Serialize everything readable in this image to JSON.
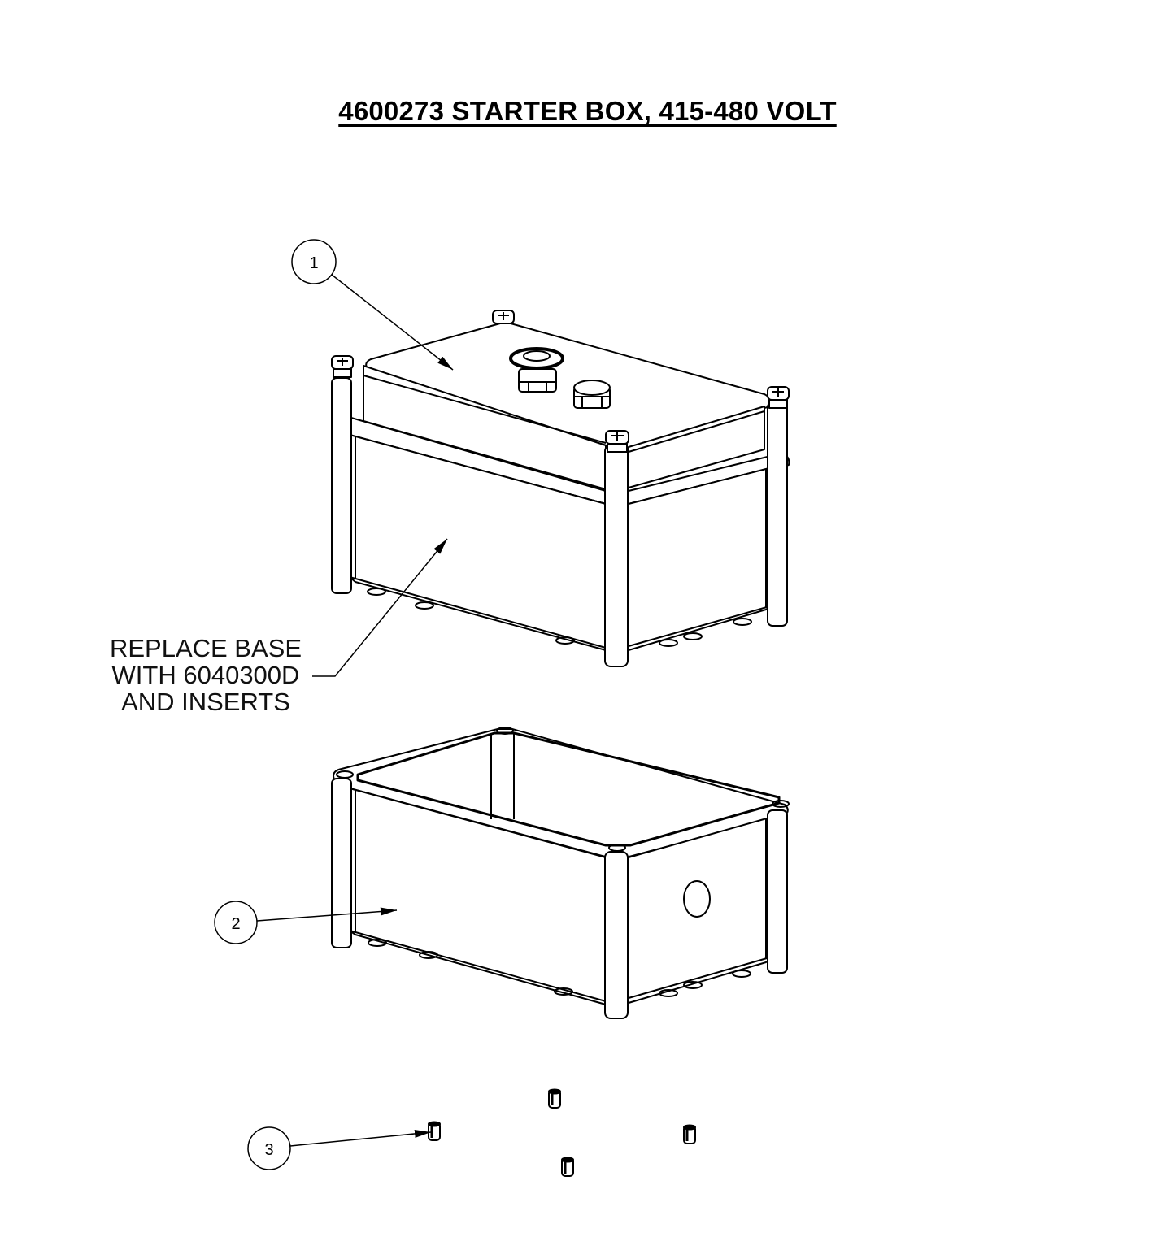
{
  "title": "4600273 STARTER BOX, 415-480 VOLT",
  "callouts": [
    {
      "number": "1",
      "part": "cover-assembly"
    },
    {
      "number": "2",
      "part": "base"
    },
    {
      "number": "3",
      "part": "insert"
    }
  ],
  "note": {
    "lines": [
      "REPLACE BASE",
      "WITH 6040300D",
      "AND INSERTS"
    ]
  },
  "colors": {
    "line": "#000000",
    "background": "#ffffff"
  }
}
